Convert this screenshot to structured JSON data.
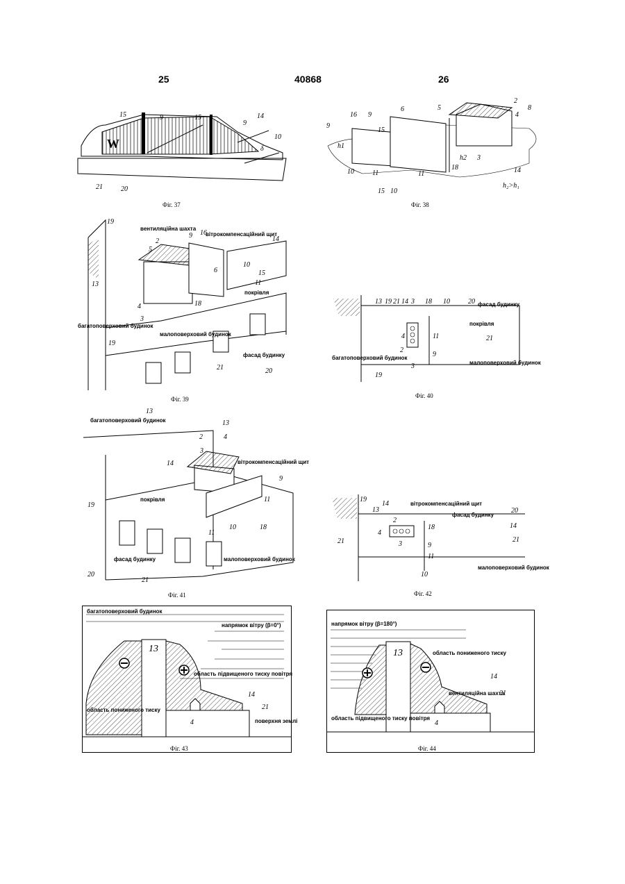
{
  "header": {
    "left": "25",
    "center": "40868",
    "right": "26"
  },
  "fig37": {
    "caption": "Фіг. 37",
    "nums": [
      "15",
      "9",
      "15",
      "9",
      "14",
      "10",
      "δ",
      "W",
      "21",
      "20"
    ]
  },
  "fig38": {
    "caption": "Фіг. 38",
    "nums": [
      "16",
      "9",
      "15",
      "6",
      "5",
      "2",
      "8",
      "4",
      "9",
      "10",
      "11",
      "15",
      "10",
      "11",
      "18",
      "3",
      "14"
    ],
    "h1": "h1",
    "h2": "h2",
    "rel": "h₂>h₁"
  },
  "fig39": {
    "caption": "Фіг. 39",
    "vent": "вентиляційна шахта",
    "shield": "вітрокомпенсаційний щит",
    "roof": "покрівля",
    "tall": "багатоповерховий будинок",
    "low": "малоповерховий будинок",
    "facade": "фасад будинку",
    "nums": [
      "19",
      "2",
      "5",
      "9",
      "16",
      "14",
      "10",
      "15",
      "4",
      "6",
      "11",
      "18",
      "3",
      "13",
      "19",
      "21",
      "20"
    ]
  },
  "fig40": {
    "caption": "Фіг. 40",
    "facade": "фасад будинку",
    "roof": "покрівля",
    "tall": "багатоповерховий будинок",
    "low": "малоповерховий будинок",
    "nums": [
      "13",
      "19",
      "21",
      "14",
      "3",
      "18",
      "10",
      "20",
      "4",
      "2",
      "11",
      "3",
      "9",
      "19",
      "21"
    ]
  },
  "fig41": {
    "caption": "Фіг. 41",
    "tall": "багатоповерховий будинок",
    "shield": "вітрокомпенсаційний щит",
    "roof": "покрівля",
    "facade": "фасад будинку",
    "low": "малоповерховий будинок",
    "nums": [
      "13",
      "13",
      "2",
      "4",
      "3",
      "14",
      "9",
      "11",
      "19",
      "18",
      "10",
      "11",
      "20",
      "21"
    ]
  },
  "fig42": {
    "caption": "Фіг. 42",
    "shield": "вітрокомпенсаційний щит",
    "facade": "фасад будинку",
    "low": "малоповерховий будинок",
    "nums": [
      "19",
      "13",
      "14",
      "2",
      "20",
      "18",
      "14",
      "21",
      "4",
      "3",
      "9",
      "11",
      "21",
      "10"
    ]
  },
  "fig43": {
    "caption": "Фіг. 43",
    "tall": "багатоповерховий будинок",
    "wind": "напрямок вітру (β=0°)",
    "high": "область підвищеного тиску повітря",
    "lowp": "область пониженого тиску",
    "ground": "поверхня землі",
    "nums": [
      "13",
      "14",
      "21",
      "4"
    ]
  },
  "fig44": {
    "caption": "Фіг. 44",
    "wind": "напрямок вітру (β=180°)",
    "lowp": "область пониженого тиску",
    "vent": "вентиляційна шахта",
    "high": "область підвищеного тиску повітря",
    "nums": [
      "13",
      "14",
      "21",
      "4"
    ]
  }
}
